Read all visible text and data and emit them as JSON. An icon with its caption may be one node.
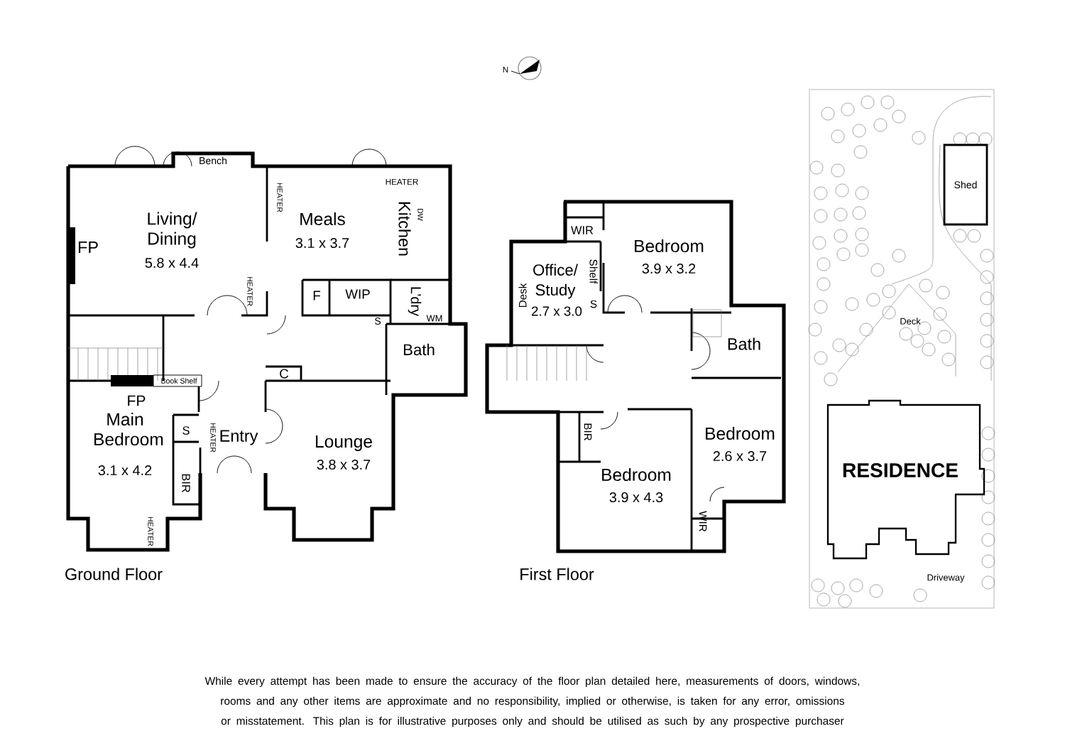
{
  "diagram": {
    "nodes": [
      {
        "text": [
          "Shed"
        ]
      },
      {
        "text": [
          "RESIDENCE"
        ]
      }
    ],
    "labels": [
      "N",
      "Bench",
      "HEATER",
      "HEATER",
      "Living/ Dining",
      "5.8 x 4.4",
      "FP",
      "Meals",
      "3.1 x 3.7",
      "DW",
      "Kitchen",
      "HEATER",
      "F",
      "WIP",
      "L’dry",
      "S",
      "WM",
      "Bath",
      "C",
      "Book Shelf",
      "FP",
      "Main Bedroom",
      "3.1 x 4.2",
      "S",
      "HEATER",
      "Entry",
      "Lounge",
      "3.8 x 3.7",
      "BIR",
      "HEATER",
      "Ground Floor",
      "WIR",
      "Bedroom",
      "3.9 x 3.2",
      "Office/ Study",
      "Shelf",
      "S",
      "Desk",
      "2.7 x 3.0",
      "Bath",
      "BIR",
      "Bedroom",
      "2.6 x 3.7",
      "Bedroom",
      "3.9 x 4.3",
      "WIR",
      "First Floor",
      "Deck",
      "Driveway",
      "While every attempt has been made to ensure the accuracy of the floor plan detailed here, measurements of doors, windows, rooms and any other items are approximate and no responsibility, implied or otherwise, is taken for any error, omissions or misstatement. This plan is for illustrative purposes only and should be utilised as such by any prospective purchaser"
    ]
  }
}
